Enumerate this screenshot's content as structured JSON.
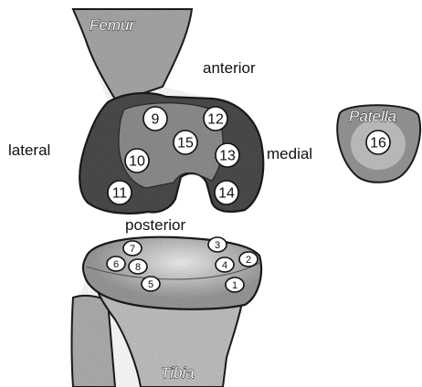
{
  "labels": {
    "femur": "Femur",
    "anterior": "anterior",
    "lateral": "lateral",
    "medial": "medial",
    "posterior": "posterior",
    "patella": "Patella",
    "tibia": "Tibia"
  },
  "femur_points": [
    "9",
    "12",
    "15",
    "10",
    "13",
    "11",
    "14"
  ],
  "patella_point": "16",
  "tibia_points": [
    "7",
    "3",
    "2",
    "6",
    "8",
    "4",
    "5",
    "1"
  ],
  "colors": {
    "bone": "#a3a3a3",
    "cartilage": "#4c4c4c",
    "outline": "#1a1a1a"
  }
}
